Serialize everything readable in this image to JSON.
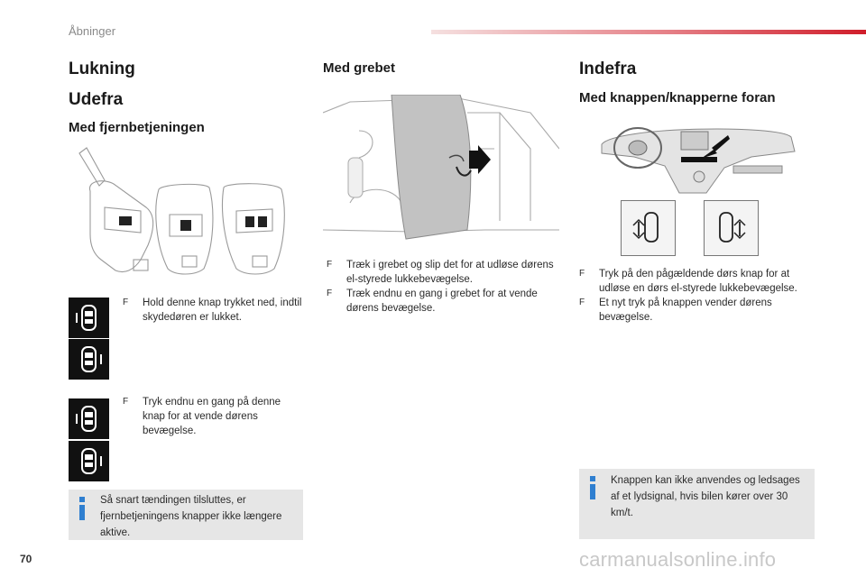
{
  "header": {
    "section": "Åbninger"
  },
  "col1": {
    "title": "Lukning",
    "sub": "Udefra",
    "heading": "Med fjernbetjeningen",
    "bullet1": "Hold denne knap trykket ned, indtil skydedøren er lukket.",
    "bullet2": "Tryk endnu en gang på denne knap for at vende dørens bevægelse.",
    "info": "Så snart tændingen tilsluttes, er fjernbetjeningens knapper ikke længere aktive."
  },
  "col2": {
    "heading": "Med grebet",
    "bullets": [
      "Træk i grebet og slip det for at udløse dørens el-styrede lukkebevægelse.",
      "Træk endnu en gang i grebet for at vende dørens bevægelse."
    ]
  },
  "col3": {
    "title": "Indefra",
    "heading": "Med knappen/knapperne foran",
    "bullets": [
      "Tryk på den pågældende dørs knap for at udløse en dørs el-styrede lukkebevægelse.",
      "Et nyt tryk på knappen vender dørens bevægelse."
    ],
    "info": "Knappen kan ikke anvendes og ledsages af et lydsignal, hvis bilen kører over 30 km/t."
  },
  "footer": {
    "page": "70",
    "watermark": "carmanualsonline.info"
  },
  "colors": {
    "accent_red": "#d01d2a",
    "info_blue": "#2f7fd0",
    "info_bg": "#e6e6e6"
  },
  "icons": {
    "bullet": "F",
    "door": "sliding-door-icon",
    "info": "info-icon"
  }
}
